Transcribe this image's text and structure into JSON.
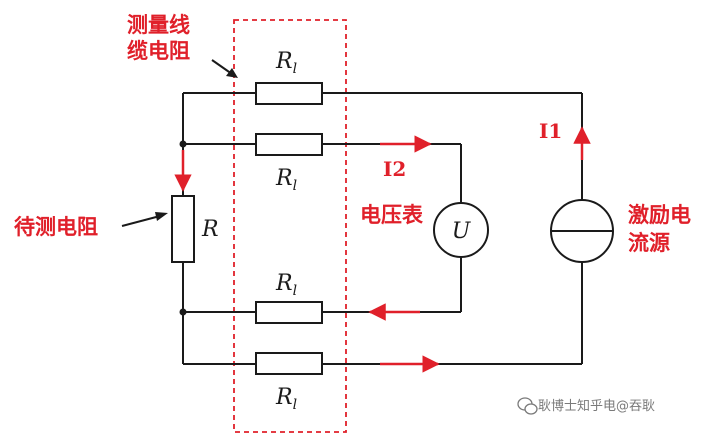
{
  "colors": {
    "wire": "#1a1a1a",
    "accent": "#e0202a",
    "watermark": "#7a7a7a",
    "background": "#ffffff"
  },
  "labels": {
    "lead_resistance": "测量线缆电阻",
    "lead_resistance_line1": "测量线",
    "lead_resistance_line2": "缆电阻",
    "resistor_under_test": "待测电阻",
    "voltmeter": "电压表",
    "source_line1": "激励电",
    "source_line2": "流源",
    "current_1": "I1",
    "current_2": "I2"
  },
  "symbols": {
    "lead_resistor_main": "R",
    "lead_resistor_sub": "l",
    "dut_resistor": "R",
    "voltmeter_symbol": "U"
  },
  "watermark": {
    "text": "耿博士知乎电@吞耿",
    "icon": "wechat-icon"
  }
}
